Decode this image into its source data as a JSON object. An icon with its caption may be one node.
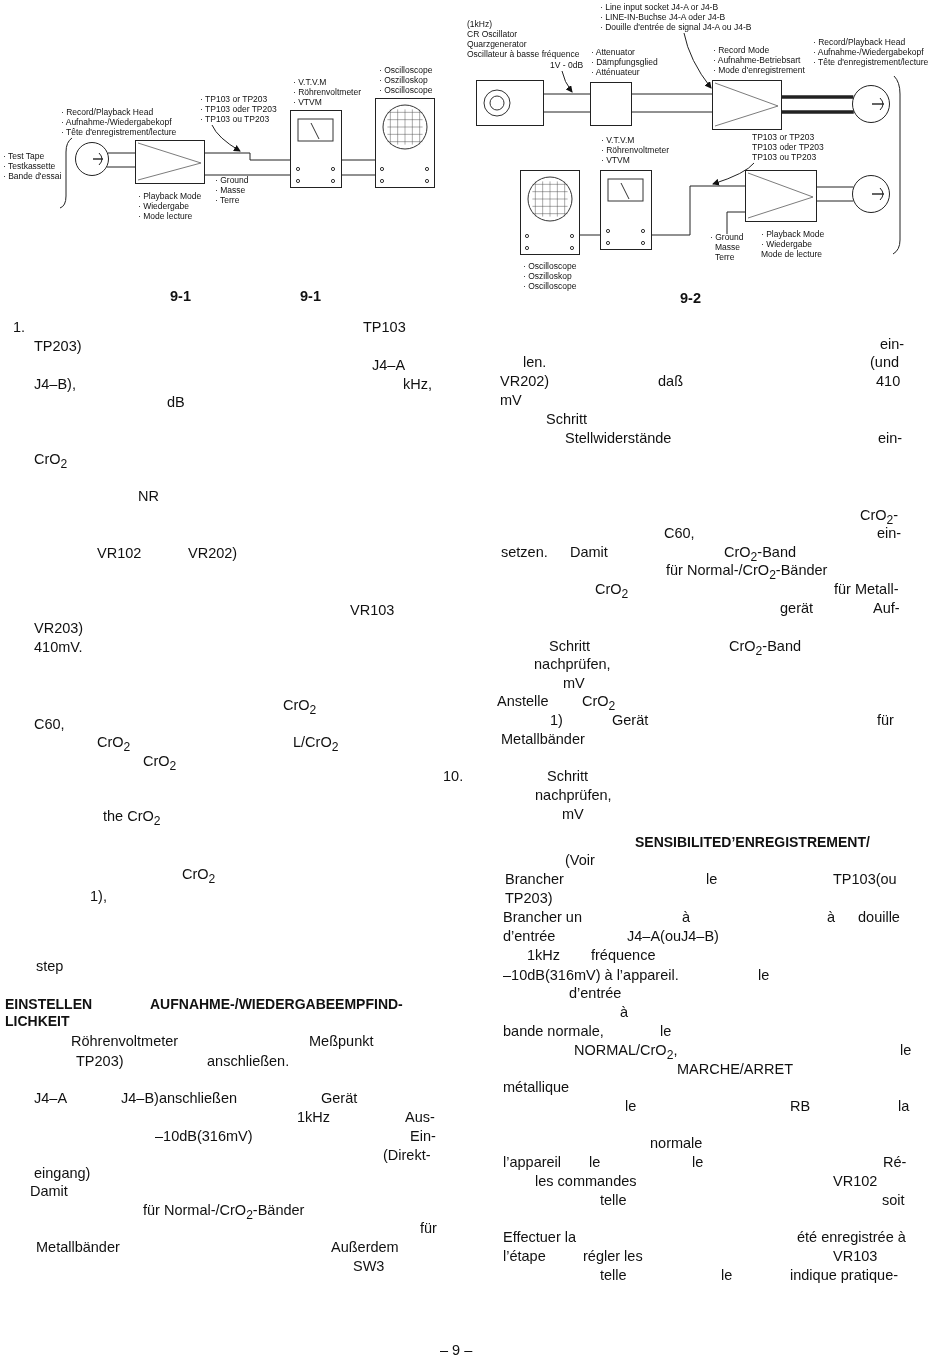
{
  "diagram": {
    "nodes": [
      {
        "text": [
          "· Record/Playback Head",
          "· Aufnahme-/Wiedergabekopf",
          "· Tête d'enregistrement/lecture"
        ],
        "beside": [
          "· Test Tape",
          "· Testkassette",
          "· Bande d'essai"
        ]
      },
      {
        "text": [
          "· Playback Mode",
          "· Wiedergabe",
          "· Mode lecture"
        ]
      },
      {
        "text": [
          "· V.T.V.M",
          "· Röhrenvoltmeter",
          "· VTVM"
        ]
      },
      {
        "text": [
          "· Oscilloscope",
          "· Oszilloskop",
          "· Oscilloscope"
        ]
      },
      {
        "text": [
          "(1kHz)",
          "CR Oscillator",
          "Quarzgenerator",
          "Oscillateur à basse fréquence"
        ]
      },
      {
        "text": [
          "· Attenuator",
          "· Dämpfungsglied",
          "· Atténuateur"
        ]
      },
      {
        "text": [
          "· Record Mode",
          "· Aufnahme-Betriebsart",
          "· Mode d'enregistrement"
        ]
      },
      {
        "text": [
          "· Record/Playback Head",
          "· Aufnahme-/Wiedergabekopf",
          "· Tête d'enregistrement/lecture"
        ]
      },
      {
        "text": [],
        "shape": "circle"
      },
      {
        "text": [
          "· Playback Mode",
          "· Wiedergabe",
          "Mode de lecture"
        ]
      },
      {
        "text": [
          "· V.T.V.M",
          "· Röhrenvoltmeter",
          "· VTVM"
        ]
      },
      {
        "text": [
          "· Oscilloscope",
          "· Oszilloskop",
          "· Oscilloscope"
        ]
      },
      {
        "text": [
          "· TP103 or TP203",
          "· TP103 oder TP203",
          "· TP103 ou TP203"
        ]
      },
      {
        "text": [
          "1V - 0dB"
        ]
      },
      {
        "text": [
          "· Line input socket J4-A or J4-B",
          "· LINE-IN-Buchse J4-A oder J4-B",
          "· Douille d'entrée de signal J4-A ou J4-B"
        ]
      },
      {
        "text": [
          "TP103 or TP203",
          "TP103 oder TP203",
          "TP103 ou TP203"
        ]
      }
    ],
    "edges": [
      {
        "from": 0,
        "to": 1,
        "arrow": "none"
      },
      {
        "from": 0,
        "to": 1,
        "arrow": "none"
      },
      {
        "from": 1,
        "to": 2,
        "arrow": "none"
      },
      {
        "from": 1,
        "to": 2,
        "arrow": "none"
      },
      {
        "from": 2,
        "to": 3,
        "arrow": "none"
      },
      {
        "from": 2,
        "to": 3,
        "arrow": "none"
      },
      {
        "from": 4,
        "to": 5,
        "arrow": "none"
      },
      {
        "from": 4,
        "to": 5,
        "arrow": "none"
      },
      {
        "from": 5,
        "to": 6,
        "arrow": "none"
      },
      {
        "from": 5,
        "to": 6,
        "arrow": "none"
      },
      {
        "from": 6,
        "to": 7,
        "arrow": "none",
        "style": "thick"
      },
      {
        "from": 6,
        "to": 7,
        "arrow": "none",
        "style": "thick"
      },
      {
        "from": 8,
        "to": 9,
        "arrow": "none"
      },
      {
        "from": 8,
        "to": 9,
        "arrow": "none"
      },
      {
        "from": 9,
        "to": 10,
        "arrow": "none"
      },
      {
        "from": 10,
        "to": 11,
        "arrow": "none"
      },
      {
        "from": 12,
        "to": null,
        "arrow": "to"
      },
      {
        "from": 13,
        "to": null,
        "arrow": "to"
      },
      {
        "from": 14,
        "to": 6,
        "arrow": "to"
      },
      {
        "from": 15,
        "to": null,
        "arrow": "to"
      }
    ],
    "labels": [
      "· Ground",
      "· Masse",
      "· Terre",
      "· Ground",
      "Masse",
      "Terre",
      "9-1",
      "9-1",
      "9-2",
      "1.",
      "TP103",
      "TP203)",
      "J4–A",
      "J4–B),",
      "kHz,",
      "dB",
      "CrO$_{2}$",
      "NR",
      "VR102",
      "VR202)",
      "VR103",
      "VR203)",
      "410mV.",
      "CrO$_{2}$",
      "C60,",
      "CrO$_{2}$",
      "L/CrO$_{2}$",
      "CrO$_{2}$",
      "the CrO$_{2}$",
      "CrO$_{2}$",
      "1),",
      "step",
      "EINSTELLEN",
      "AUFNAHME-/WIEDERGABEEMPFIND-",
      "LICHKEIT",
      "Röhrenvoltmeter",
      "Meßpunkt",
      "TP203)",
      "anschließen.",
      "J4–A",
      "J4–B)anschließen",
      "Gerät",
      "1kHz",
      "Aus-",
      "–10dB(316mV)",
      "Ein-",
      "(Direkt-",
      "eingang)",
      "Damit",
      "für Normal-/CrO$_{2}$-Bänder",
      "für",
      "Metallbänder",
      "Außerdem",
      "SW3",
      "ein-",
      "len.",
      "(und",
      "VR202)",
      "daß",
      "410",
      "mV",
      "Schritt",
      "Stellwiderstände",
      "ein-",
      "CrO$_{2}$-",
      "C60,",
      "ein-",
      "setzen.",
      "Damit",
      "CrO$_{2}$-Band",
      "für Normal-/CrO$_{2}$-Bänder",
      "CrO$_{2}$",
      "für Metall-",
      "gerät",
      "Auf-",
      "Schritt",
      "CrO$_{2}$-Band",
      "nachprüfen,",
      "mV",
      "Anstelle",
      "CrO$_{2}$",
      "1)",
      "Gerät",
      "für",
      "Metallbänder",
      "10.",
      "Schritt",
      "nachprüfen,",
      "mV",
      "SENSIBILITED’ENREGISTREMENT/",
      "(Voir",
      "Brancher",
      "le",
      "TP103(ou",
      "TP203)",
      "Brancher un",
      "à",
      "à",
      "douille",
      "d’entrée",
      "J4–A(ouJ4–B)",
      "1kHz",
      "fréquence",
      "–10dB(316mV) à l’appareil.",
      "le",
      "d’entrée",
      "à",
      "bande normale,",
      "le",
      "NORMAL/CrO$_{2}$,",
      "le",
      "MARCHE/ARRET",
      "métallique",
      "le",
      "RB",
      "la",
      "normale",
      "l’appareil",
      "le",
      "le",
      "Ré-",
      "les commandes",
      "VR102",
      "telle",
      "soit",
      "Effectuer la",
      "été enregistrée à",
      "l’étape",
      "régler les",
      "VR103",
      "telle",
      "le",
      "indique pratique-",
      "– 9 –"
    ]
  }
}
